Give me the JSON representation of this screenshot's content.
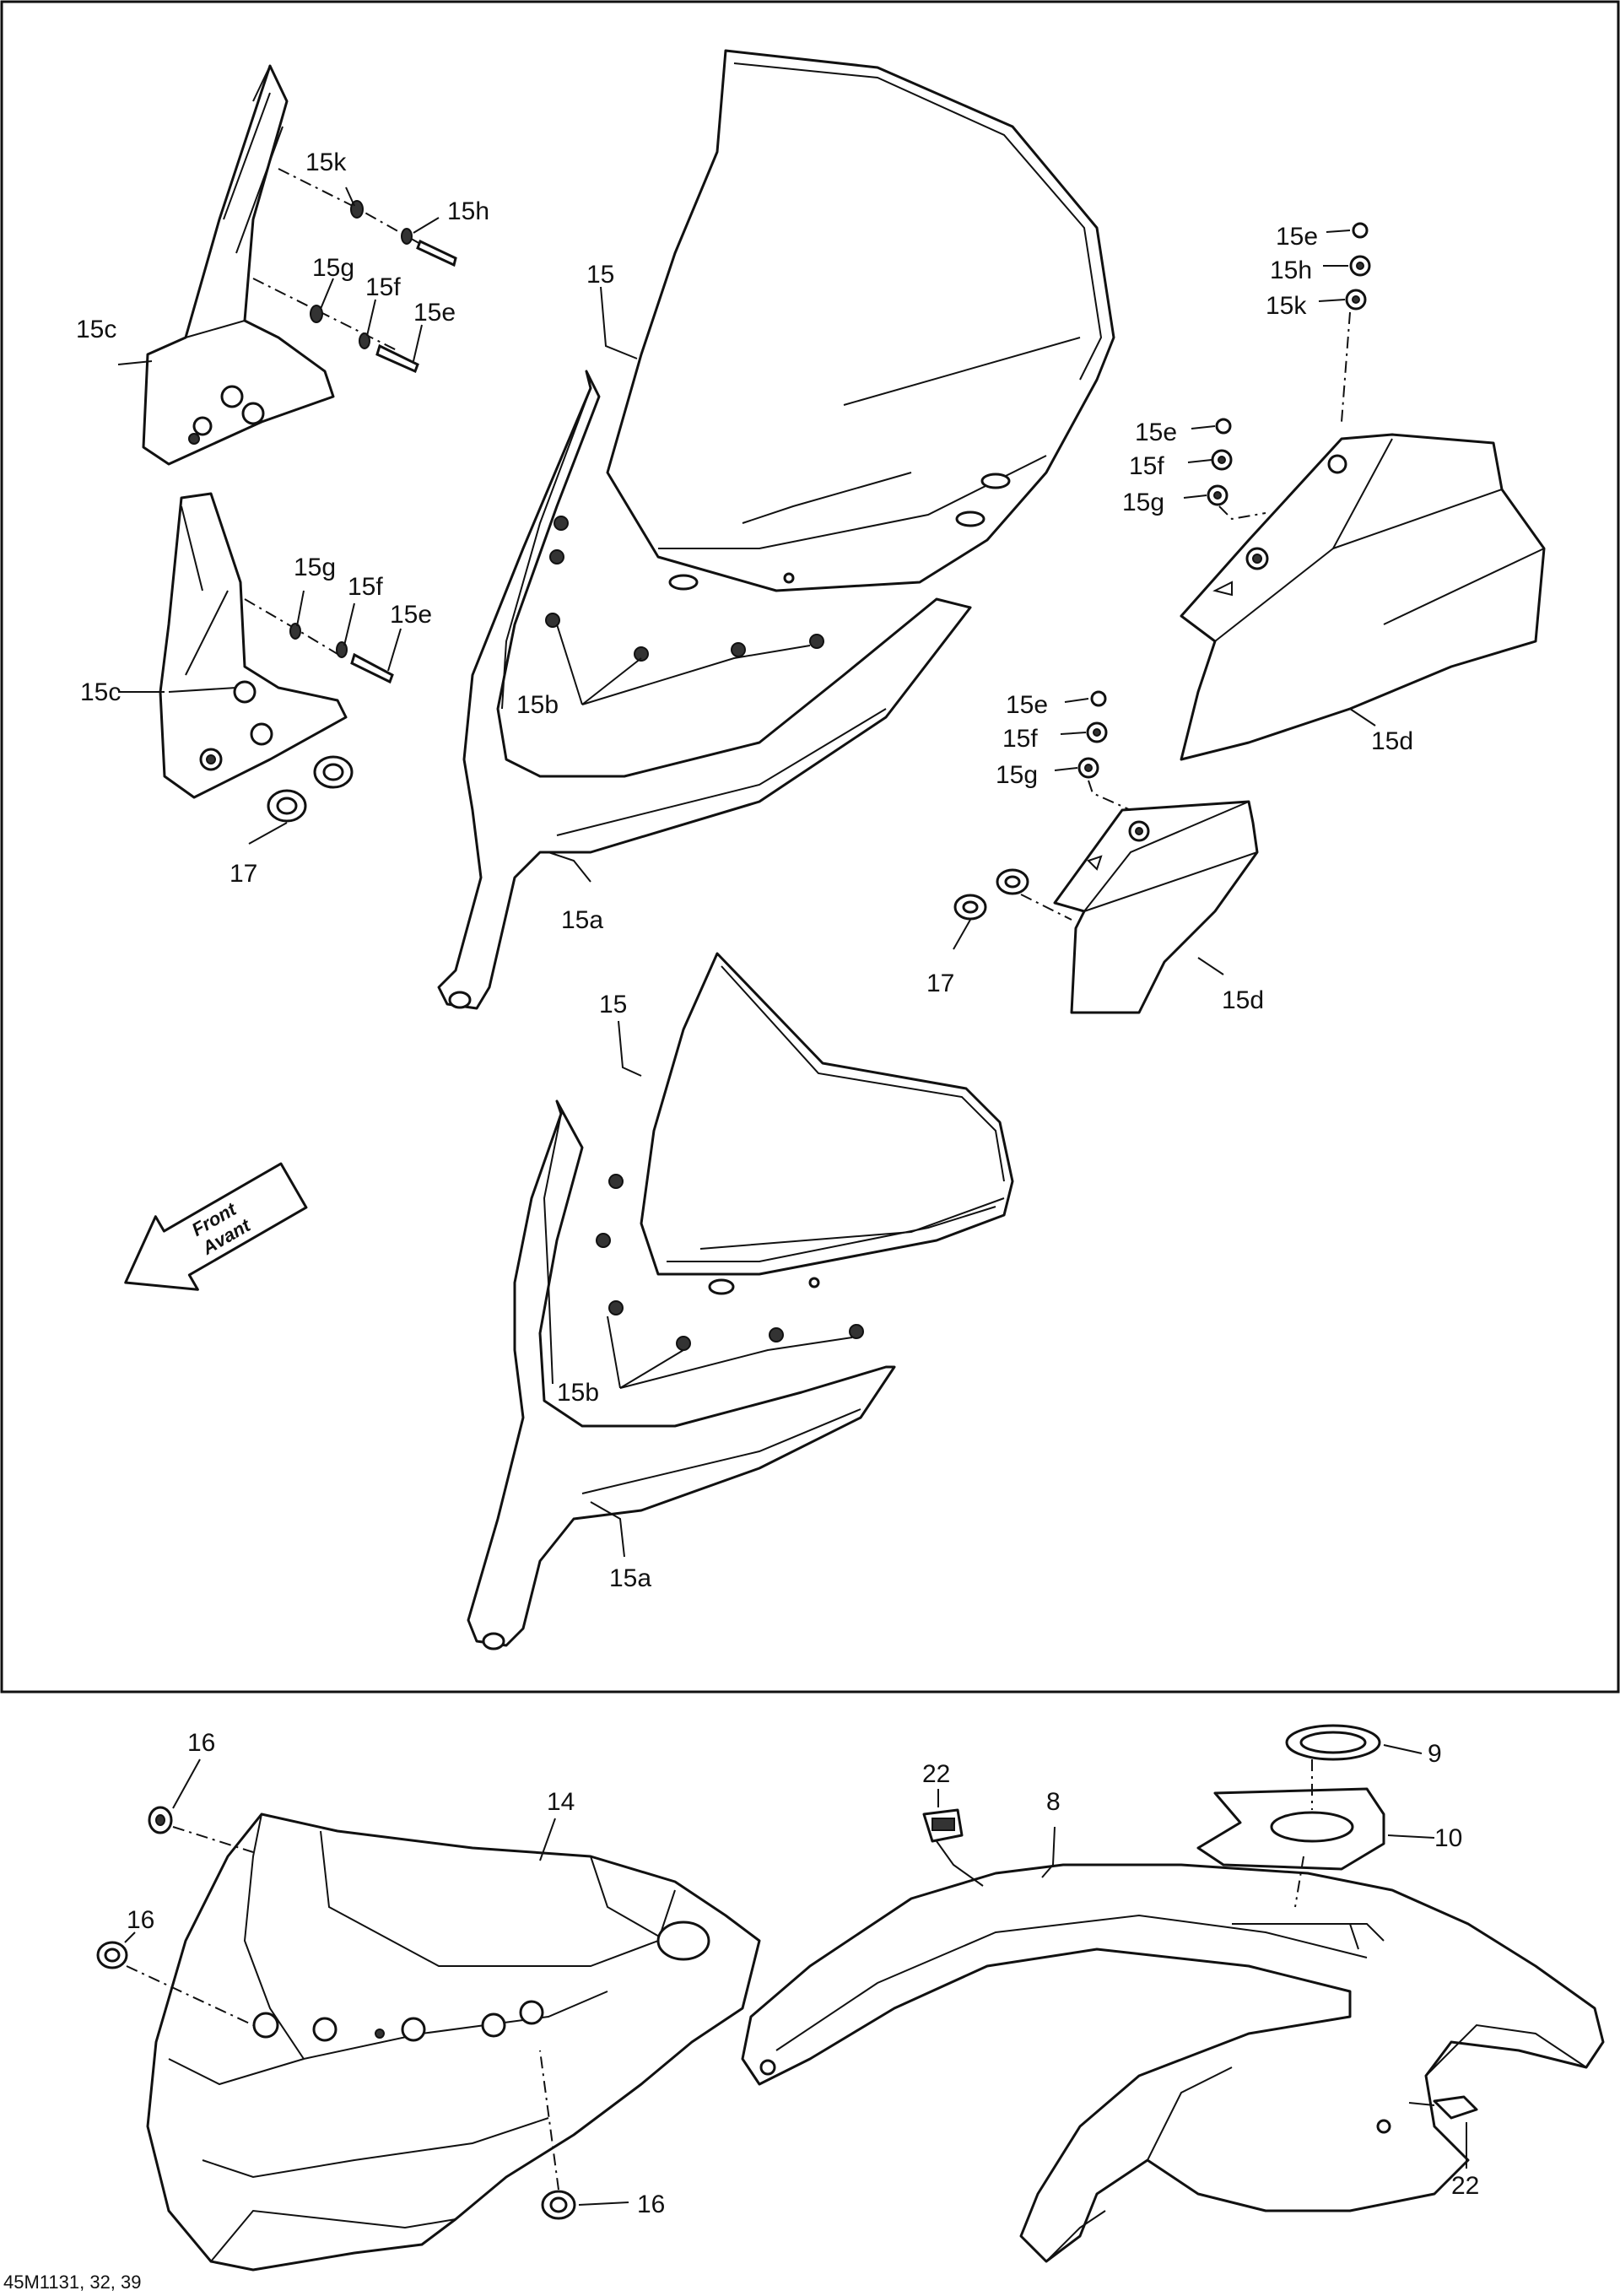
{
  "diagram": {
    "reference": "45M1131, 32, 39",
    "direction_arrow": {
      "line1": "Front",
      "line2": "Avant"
    },
    "callouts": {
      "c15k_a": "15k",
      "c15h_a": "15h",
      "c15g_a": "15g",
      "c15f_a": "15f",
      "c15e_a": "15e",
      "c15c_a": "15c",
      "c15g_b": "15g",
      "c15f_b": "15f",
      "c15e_b": "15e",
      "c15c_b": "15c",
      "c17_a": "17",
      "c15_a": "15",
      "c15b_a": "15b",
      "c15a_a": "15a",
      "c15e_c": "15e",
      "c15h_c": "15h",
      "c15k_c": "15k",
      "c15e_d": "15e",
      "c15f_d": "15f",
      "c15g_d": "15g",
      "c15d_a": "15d",
      "c15e_e": "15e",
      "c15f_e": "15f",
      "c15g_e": "15g",
      "c17_b": "17",
      "c15d_b": "15d",
      "c15_b": "15",
      "c15b_b": "15b",
      "c15a_b": "15a",
      "c16_a": "16",
      "c16_b": "16",
      "c16_c": "16",
      "c14": "14",
      "c22_a": "22",
      "c8": "8",
      "c9": "9",
      "c10": "10",
      "c22_b": "22"
    }
  }
}
